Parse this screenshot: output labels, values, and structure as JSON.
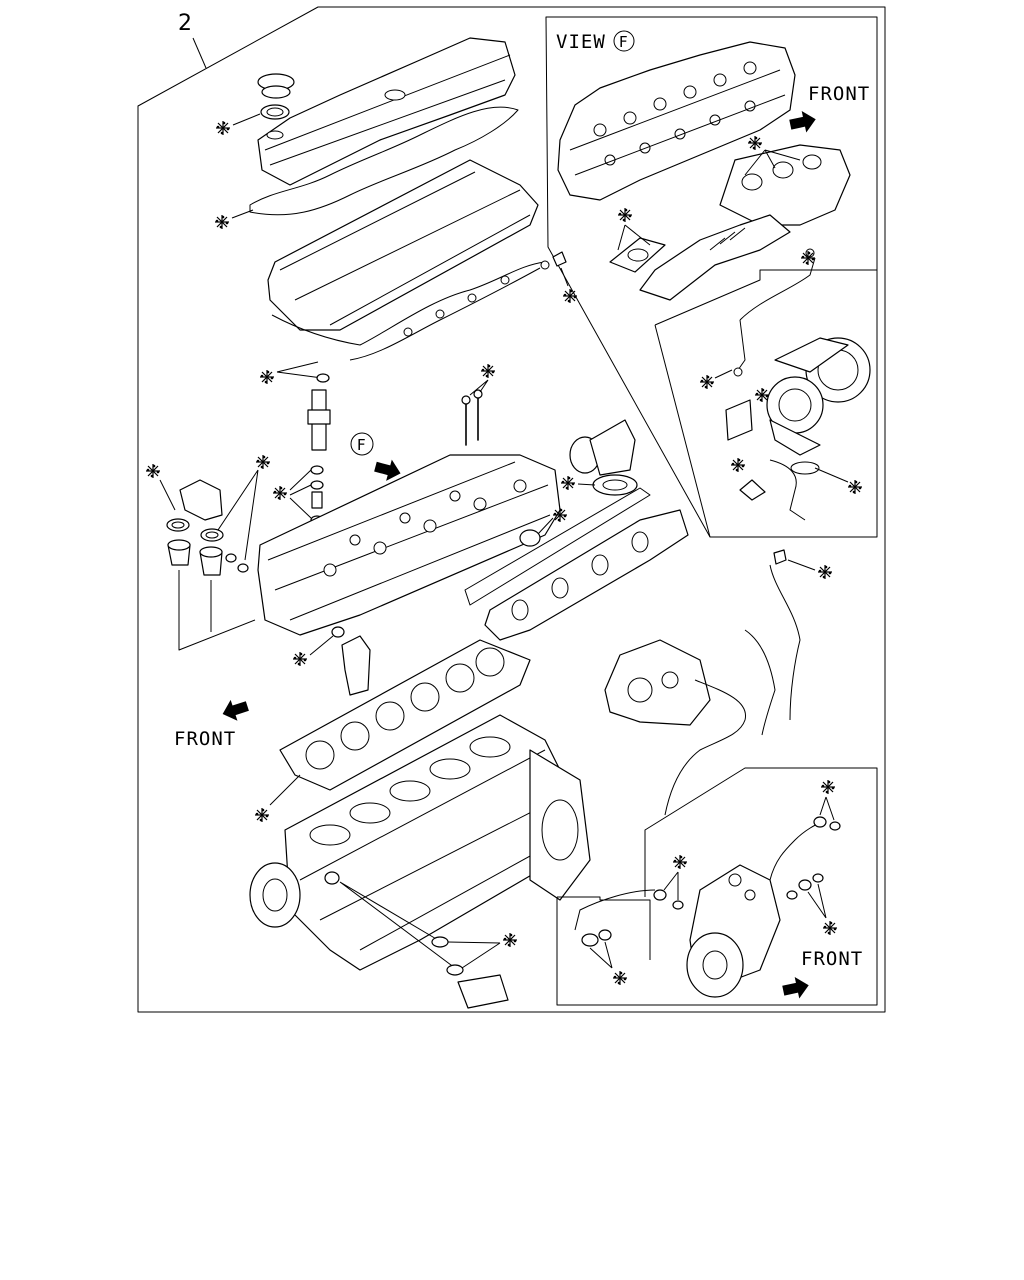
{
  "diagram": {
    "item_number": "2",
    "view_label": "VIEW",
    "view_letter": "F",
    "direction_label": "FRONT",
    "gasket_marker": "※"
  }
}
